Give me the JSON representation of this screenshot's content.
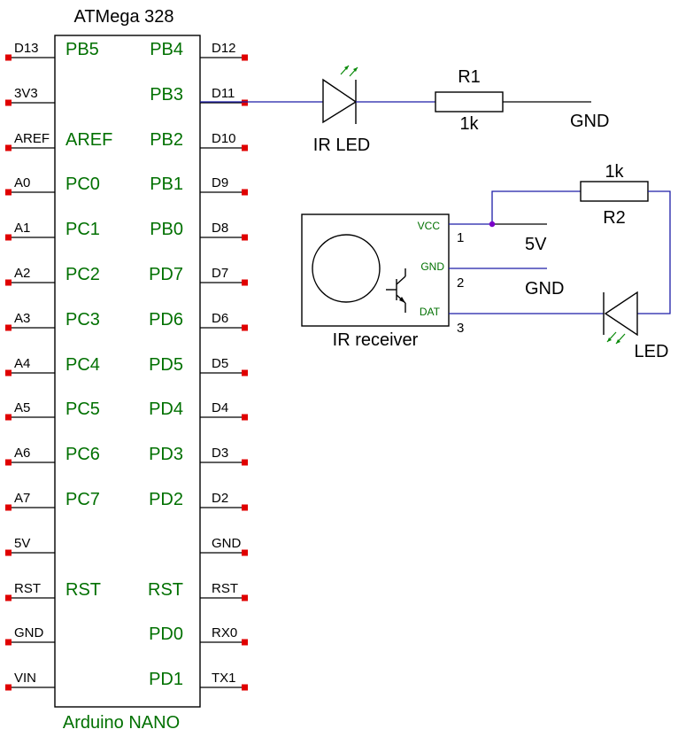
{
  "nano": {
    "title": "ATMega 328",
    "caption": "Arduino NANO",
    "left_pins": [
      {
        "pin": "D13",
        "port": "PB5"
      },
      {
        "pin": "3V3",
        "port": ""
      },
      {
        "pin": "AREF",
        "port": "AREF"
      },
      {
        "pin": "A0",
        "port": "PC0"
      },
      {
        "pin": "A1",
        "port": "PC1"
      },
      {
        "pin": "A2",
        "port": "PC2"
      },
      {
        "pin": "A3",
        "port": "PC3"
      },
      {
        "pin": "A4",
        "port": "PC4"
      },
      {
        "pin": "A5",
        "port": "PC5"
      },
      {
        "pin": "A6",
        "port": "PC6"
      },
      {
        "pin": "A7",
        "port": "PC7"
      },
      {
        "pin": "5V",
        "port": ""
      },
      {
        "pin": "RST",
        "port": "RST"
      },
      {
        "pin": "GND",
        "port": ""
      },
      {
        "pin": "VIN",
        "port": ""
      }
    ],
    "right_pins": [
      {
        "pin": "D12",
        "port": "PB4"
      },
      {
        "pin": "D11",
        "port": "PB3"
      },
      {
        "pin": "D10",
        "port": "PB2"
      },
      {
        "pin": "D9",
        "port": "PB1"
      },
      {
        "pin": "D8",
        "port": "PB0"
      },
      {
        "pin": "D7",
        "port": "PD7"
      },
      {
        "pin": "D6",
        "port": "PD6"
      },
      {
        "pin": "D5",
        "port": "PD5"
      },
      {
        "pin": "D4",
        "port": "PD4"
      },
      {
        "pin": "D3",
        "port": "PD3"
      },
      {
        "pin": "D2",
        "port": "PD2"
      },
      {
        "pin": "GND",
        "port": ""
      },
      {
        "pin": "RST",
        "port": "RST"
      },
      {
        "pin": "RX0",
        "port": "PD0"
      },
      {
        "pin": "TX1",
        "port": "PD1"
      }
    ]
  },
  "ir_led": {
    "label": "IR LED"
  },
  "r1": {
    "name": "R1",
    "value": "1k",
    "gnd": "GND"
  },
  "r2": {
    "name": "R2",
    "value": "1k"
  },
  "receiver": {
    "label": "IR receiver",
    "pins": [
      {
        "name": "VCC",
        "num": "1",
        "net": "5V"
      },
      {
        "name": "GND",
        "num": "2",
        "net": "GND"
      },
      {
        "name": "DAT",
        "num": "3",
        "net": ""
      }
    ]
  },
  "led": {
    "label": "LED"
  },
  "colors": {
    "pad": "#e00000",
    "wire": "#1c1ca8",
    "text_green": "#007000",
    "junction": "#7a00c8"
  }
}
